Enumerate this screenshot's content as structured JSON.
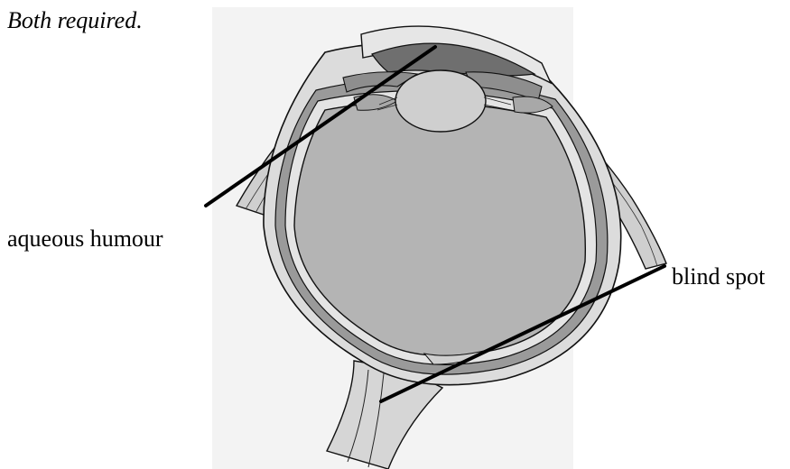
{
  "instruction": "Both required.",
  "labels": {
    "aqueous_humour": "aqueous humour",
    "blind_spot": "blind spot"
  },
  "colors": {
    "background_paper": "#f2f2f2",
    "sclera": "#dcdcdc",
    "choroid": "#9a9a9a",
    "retina": "#e4e4e4",
    "vitreous": "#b4b4b4",
    "aqueous": "#6f6f6f",
    "lens": "#cfcfcf",
    "optic_nerve": "#d2d2d2",
    "muscle": "#cfcfcf",
    "outline": "#111111",
    "pointer": "#000000"
  }
}
